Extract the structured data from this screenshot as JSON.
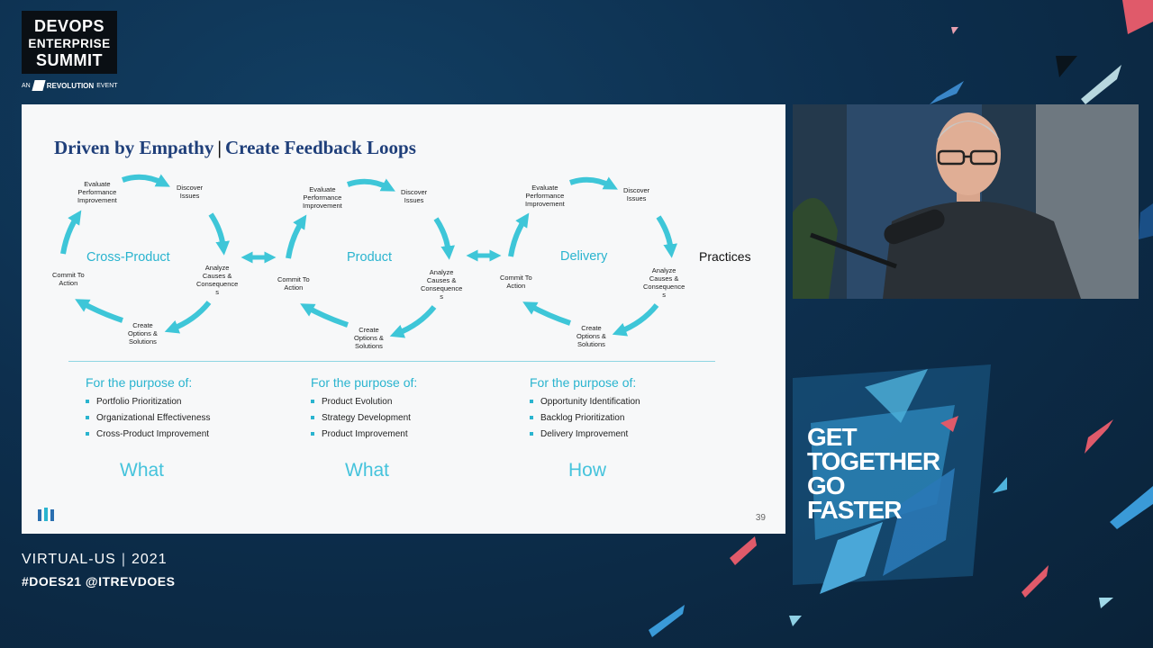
{
  "branding": {
    "logo_lines": [
      "DEVOPS",
      "ENTERPRISE",
      "SUMMIT"
    ],
    "sub_prefix": "AN",
    "sub_brand": "REVOLUTION",
    "sub_suffix": "EVENT"
  },
  "slide": {
    "title_left": "Driven by Empathy",
    "title_sep": "|",
    "title_right": "Create Feedback Loops",
    "loops": [
      {
        "label": "Cross-Product",
        "evaluate": "Evaluate\nPerformance\nImprovement",
        "discover": "Discover\nIssues",
        "analyze": "Analyze\nCauses &\nConsequence\ns",
        "create": "Create\nOptions &\nSolutions",
        "commit": "Commit To\nAction"
      },
      {
        "label": "Product",
        "evaluate": "Evaluate\nPerformance\nImprovement",
        "discover": "Discover\nIssues",
        "analyze": "Analyze\nCauses &\nConsequence\ns",
        "create": "Create\nOptions &\nSolutions",
        "commit": "Commit To\nAction"
      },
      {
        "label": "Delivery",
        "evaluate": "Evaluate\nPerformance\nImprovement",
        "discover": "Discover\nIssues",
        "analyze": "Analyze\nCauses &\nConsequence\ns",
        "create": "Create\nOptions &\nSolutions",
        "commit": "Commit To\nAction"
      }
    ],
    "practices_label": "Practices",
    "columns": [
      {
        "heading": "For the purpose of:",
        "items": [
          "Portfolio Prioritization",
          "Organizational Effectiveness",
          "Cross-Product Improvement"
        ],
        "footer": "What"
      },
      {
        "heading": "For the purpose of:",
        "items": [
          "Product Evolution",
          "Strategy Development",
          "Product Improvement"
        ],
        "footer": "What"
      },
      {
        "heading": "For the purpose of:",
        "items": [
          "Opportunity Identification",
          "Backlog Prioritization",
          "Delivery Improvement"
        ],
        "footer": "How"
      }
    ],
    "page_number": "39"
  },
  "footer": {
    "event": "VIRTUAL-US",
    "separator": "|",
    "year": "2021",
    "hashtags": "#DOES21 @ITREVDOES"
  },
  "tagline": [
    "GET",
    "TOGETHER",
    "GO",
    "FASTER"
  ],
  "colors": {
    "accent_teal": "#2ab4cf",
    "arrow_teal": "#3ec6d8",
    "title_blue": "#1f3f7a"
  }
}
